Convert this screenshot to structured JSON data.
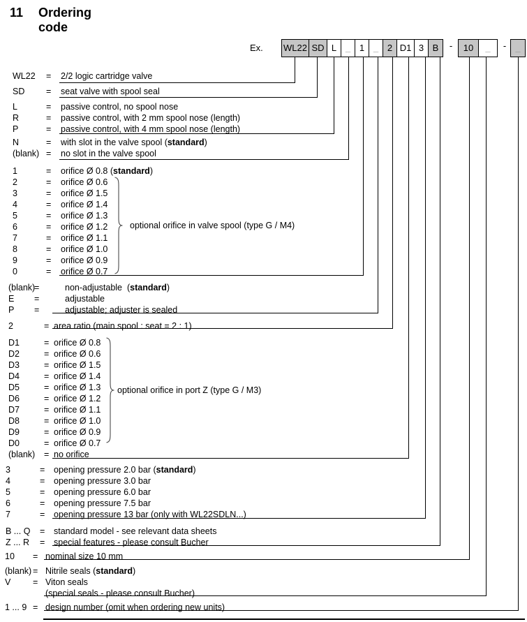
{
  "title": {
    "number": "11",
    "text": "Ordering code"
  },
  "example": {
    "label": "Ex.",
    "dash": "-",
    "boxes": [
      {
        "t": "WL22",
        "shaded": true,
        "muted": false
      },
      {
        "t": "SD",
        "shaded": true,
        "muted": false
      },
      {
        "t": "L",
        "shaded": false,
        "muted": false
      },
      {
        "t": "_",
        "shaded": false,
        "muted": true
      },
      {
        "t": "1",
        "shaded": false,
        "muted": false
      },
      {
        "t": "_",
        "shaded": false,
        "muted": true
      },
      {
        "t": "2",
        "shaded": true,
        "muted": false
      },
      {
        "t": "D1",
        "shaded": false,
        "muted": false
      },
      {
        "t": "3",
        "shaded": false,
        "muted": false
      },
      {
        "t": "B",
        "shaded": true,
        "muted": false
      }
    ],
    "boxes2": [
      {
        "t": "10",
        "shaded": true,
        "muted": false
      },
      {
        "t": "_",
        "shaded": false,
        "muted": true
      }
    ],
    "boxes3": [
      {
        "t": "_",
        "shaded": true,
        "muted": true
      }
    ]
  },
  "colors": {
    "box_shaded": "#c6c6c6",
    "line": "#000000",
    "muted_text": "#8a8a8a"
  },
  "groups": [
    {
      "rows": [
        {
          "code": "WL22",
          "eq": "=",
          "pre": "2/2 logic cartridge valve",
          "bold": "",
          "post": ""
        }
      ]
    },
    {
      "rows": [
        {
          "code": "SD",
          "eq": "=",
          "pre": "seat valve with spool seal",
          "bold": "",
          "post": ""
        }
      ]
    },
    {
      "rows": [
        {
          "code": "L",
          "eq": "=",
          "pre": "passive control, no spool nose",
          "bold": "",
          "post": ""
        },
        {
          "code": "R",
          "eq": "=",
          "pre": "passive control, with 2 mm spool nose (length)",
          "bold": "",
          "post": ""
        },
        {
          "code": "P",
          "eq": "=",
          "pre": "passive control, with 4 mm spool nose (length)",
          "bold": "",
          "post": ""
        }
      ]
    },
    {
      "rows": [
        {
          "code": "N",
          "eq": "=",
          "pre": "with slot in the valve spool (",
          "bold": "standard",
          "post": ")"
        },
        {
          "code": "(blank)",
          "eq": "=",
          "pre": "no slot in the valve spool",
          "bold": "",
          "post": ""
        }
      ]
    },
    {
      "brace_label": "optional orifice in valve spool (type G / M4)",
      "rows": [
        {
          "code": "1",
          "eq": "=",
          "pre": "orifice Ø 0.8 (",
          "bold": "standard",
          "post": ")"
        },
        {
          "code": "2",
          "eq": "=",
          "pre": "orifice Ø 0.6",
          "bold": "",
          "post": ""
        },
        {
          "code": "3",
          "eq": "=",
          "pre": "orifice Ø 1.5",
          "bold": "",
          "post": ""
        },
        {
          "code": "4",
          "eq": "=",
          "pre": "orifice Ø 1.4",
          "bold": "",
          "post": ""
        },
        {
          "code": "5",
          "eq": "=",
          "pre": "orifice Ø 1.3",
          "bold": "",
          "post": ""
        },
        {
          "code": "6",
          "eq": "=",
          "pre": "orifice Ø 1.2",
          "bold": "",
          "post": ""
        },
        {
          "code": "7",
          "eq": "=",
          "pre": "orifice Ø 1.1",
          "bold": "",
          "post": ""
        },
        {
          "code": "8",
          "eq": "=",
          "pre": "orifice Ø 1.0",
          "bold": "",
          "post": ""
        },
        {
          "code": "9",
          "eq": "=",
          "pre": "orifice Ø 0.9",
          "bold": "",
          "post": ""
        },
        {
          "code": "0",
          "eq": "=",
          "pre": "orifice Ø 0.7",
          "bold": "",
          "post": ""
        }
      ]
    },
    {
      "rows": [
        {
          "code": "(blank)",
          "eq": "=",
          "pre": "non-adjustable  (",
          "bold": "standard",
          "post": ")"
        },
        {
          "code": "E",
          "eq": "=",
          "pre": "adjustable",
          "bold": "",
          "post": ""
        },
        {
          "code": "P",
          "eq": "=",
          "pre": "adjustable; adjuster is sealed",
          "bold": "",
          "post": ""
        }
      ]
    },
    {
      "rows": [
        {
          "code": "2",
          "eq": "=",
          "pre": "area ratio (main spool : seat = 2 : 1)",
          "bold": "",
          "post": ""
        }
      ]
    },
    {
      "brace_label": "optional orifice in port Z (type G / M3)",
      "rows": [
        {
          "code": "D1",
          "eq": "=",
          "pre": "orifice Ø 0.8",
          "bold": "",
          "post": ""
        },
        {
          "code": "D2",
          "eq": "=",
          "pre": "orifice Ø 0.6",
          "bold": "",
          "post": ""
        },
        {
          "code": "D3",
          "eq": "=",
          "pre": "orifice Ø 1.5",
          "bold": "",
          "post": ""
        },
        {
          "code": "D4",
          "eq": "=",
          "pre": "orifice Ø 1.4",
          "bold": "",
          "post": ""
        },
        {
          "code": "D5",
          "eq": "=",
          "pre": "orifice Ø 1.3",
          "bold": "",
          "post": ""
        },
        {
          "code": "D6",
          "eq": "=",
          "pre": "orifice Ø 1.2",
          "bold": "",
          "post": ""
        },
        {
          "code": "D7",
          "eq": "=",
          "pre": "orifice Ø 1.1",
          "bold": "",
          "post": ""
        },
        {
          "code": "D8",
          "eq": "=",
          "pre": "orifice Ø 1.0",
          "bold": "",
          "post": ""
        },
        {
          "code": "D9",
          "eq": "=",
          "pre": "orifice Ø 0.9",
          "bold": "",
          "post": ""
        },
        {
          "code": "D0",
          "eq": "=",
          "pre": "orifice Ø 0.7",
          "bold": "",
          "post": ""
        },
        {
          "code": "(blank)",
          "eq": "=",
          "pre": "no orifice",
          "bold": "",
          "post": ""
        }
      ]
    },
    {
      "rows": [
        {
          "code": "3",
          "eq": "=",
          "pre": "opening pressure 2.0 bar (",
          "bold": "standard",
          "post": ")"
        },
        {
          "code": "4",
          "eq": "=",
          "pre": "opening pressure 3.0 bar",
          "bold": "",
          "post": ""
        },
        {
          "code": "5",
          "eq": "=",
          "pre": "opening pressure 6.0 bar",
          "bold": "",
          "post": ""
        },
        {
          "code": "6",
          "eq": "=",
          "pre": "opening pressure 7.5 bar",
          "bold": "",
          "post": ""
        },
        {
          "code": "7",
          "eq": "=",
          "pre": "opening pressure 13 bar (only with WL22SDLN...)",
          "bold": "",
          "post": ""
        }
      ]
    },
    {
      "rows": [
        {
          "code": "B ... Q",
          "eq": "=",
          "pre": "standard model - see relevant data sheets",
          "bold": "",
          "post": ""
        },
        {
          "code": "Z ... R",
          "eq": "=",
          "pre": "special features - please consult Bucher",
          "bold": "",
          "post": ""
        }
      ]
    },
    {
      "rows": [
        {
          "code": "10",
          "eq": "=",
          "pre": "nominal size 10 mm",
          "bold": "",
          "post": ""
        }
      ]
    },
    {
      "rows": [
        {
          "code": "(blank)",
          "eq": "=",
          "pre": "Nitrile seals (",
          "bold": "standard",
          "post": ")"
        },
        {
          "code": "V",
          "eq": "=",
          "pre": "Viton seals",
          "bold": "",
          "post": ""
        },
        {
          "code": "",
          "eq": "",
          "pre": "(special seals - please consult Bucher)",
          "bold": "",
          "post": ""
        }
      ]
    },
    {
      "rows": [
        {
          "code": "1 ... 9",
          "eq": "=",
          "pre": "design number (omit when ordering new units)",
          "bold": "",
          "post": ""
        }
      ]
    }
  ]
}
